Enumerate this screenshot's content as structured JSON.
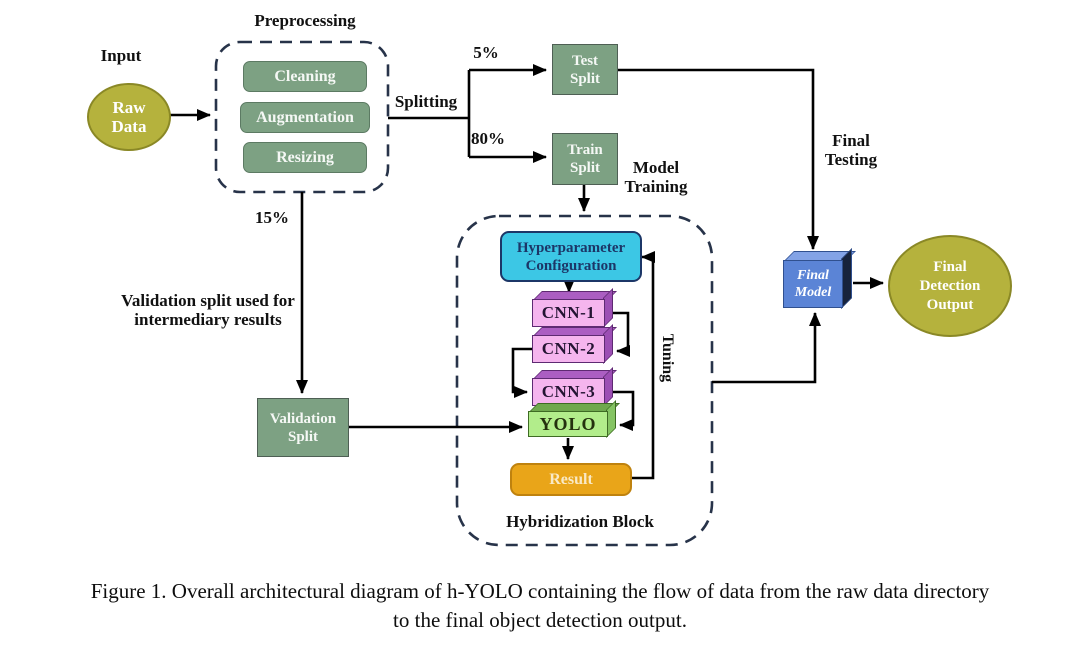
{
  "diagram": {
    "labels": {
      "input": "Input",
      "preprocessing": "Preprocessing",
      "splitting": "Splitting",
      "split_test_pct": "5%",
      "split_train_pct": "80%",
      "split_validation_pct": "15%",
      "model_training": [
        "Model",
        "Training"
      ],
      "final_testing": [
        "Final",
        "Testing"
      ],
      "validation_note": [
        "Validation split used for",
        "intermediary results"
      ],
      "tuning": "Tuning",
      "hybridization_block": "Hybridization Block"
    },
    "nodes": {
      "raw_data": [
        "Raw",
        "Data"
      ],
      "cleaning": "Cleaning",
      "augmentation": "Augmentation",
      "resizing": "Resizing",
      "test_split": [
        "Test",
        "Split"
      ],
      "train_split": [
        "Train",
        "Split"
      ],
      "validation_split": [
        "Validation",
        "Split"
      ],
      "hyperparameter_configuration": [
        "Hyperparameter",
        "Configuration"
      ],
      "cnn_1": "CNN-1",
      "cnn_2": "CNN-2",
      "cnn_3": "CNN-3",
      "yolo": "YOLO",
      "result": "Result",
      "final_model": [
        "Final",
        "Model"
      ],
      "final_detection_output": [
        "Final",
        "Detection",
        "Output"
      ]
    },
    "colors": {
      "olive": "#b5b23d",
      "olive_border": "#8a8826",
      "sage_green": "#7da183",
      "cyan": "#3cc7e5",
      "navy_text": "#1c3667",
      "cnn_pink": "#f5b5ee",
      "yolo_green": "#b2ed8b",
      "result_orange": "#e9a519",
      "final_model_blue": "#5b84d6",
      "dashed_border": "#273349",
      "line": "#000000"
    }
  },
  "caption": [
    "Figure 1.  Overall architectural diagram of h-YOLO containing the flow of data from the raw data directory",
    "to the final object detection output."
  ]
}
